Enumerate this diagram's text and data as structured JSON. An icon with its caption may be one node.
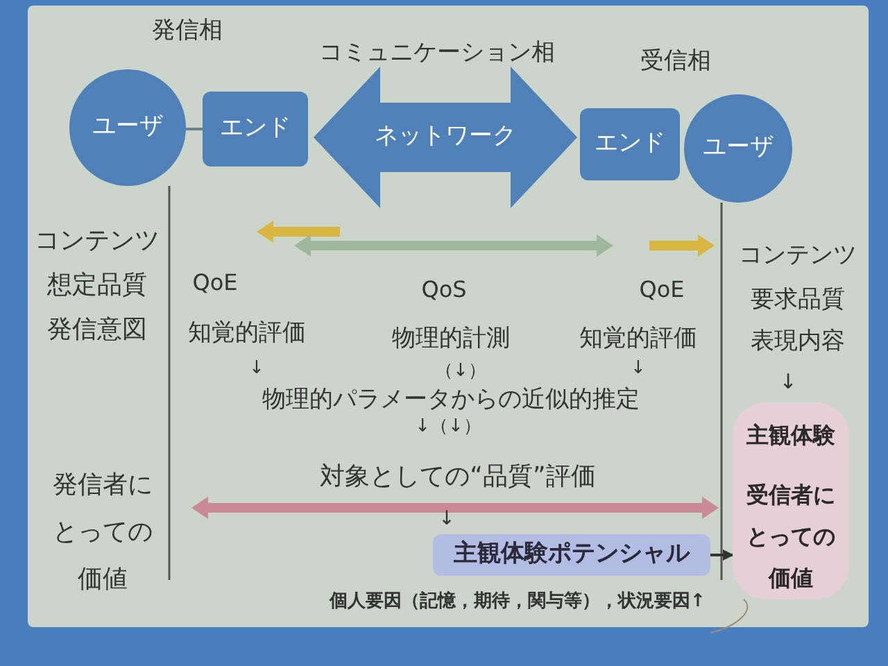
{
  "diagram": {
    "nodes": [
      {
        "text": [
          "ユーザ"
        ]
      },
      {
        "text": [
          "エンド"
        ]
      },
      {
        "text": [
          "ネットワーク"
        ]
      },
      {
        "text": [
          "エンド"
        ]
      },
      {
        "text": [
          "ユーザ"
        ]
      },
      {
        "text": [
          "主観体験ポテンシャル"
        ]
      },
      {
        "text": [
          "主観体験",
          "受信者にとっての価値"
        ]
      }
    ],
    "edges": [
      {
        "from": 0,
        "to": 1,
        "arrow": "none"
      },
      {
        "from": 5,
        "to": 6,
        "arrow": "to",
        "color": "#333333"
      }
    ],
    "labels": [
      "発信相",
      "コミュニケーション相",
      "受信相",
      "コンテンツ",
      "コンテンツ",
      "想定品質",
      "QoE",
      "QoS",
      "QoE",
      "要求品質",
      "発信意図",
      "知覚的評価",
      "物理的計測",
      "知覚的評価",
      "表現内容",
      "↓",
      "（↓）",
      "↓",
      "↓",
      "物理的パラメータからの近似的推定",
      "↓（↓）",
      "発信者にとっての価値",
      "対象としての“品質”評価",
      "↓",
      "個人要因（記憶，期待，関与等），状況要因↑"
    ]
  }
}
